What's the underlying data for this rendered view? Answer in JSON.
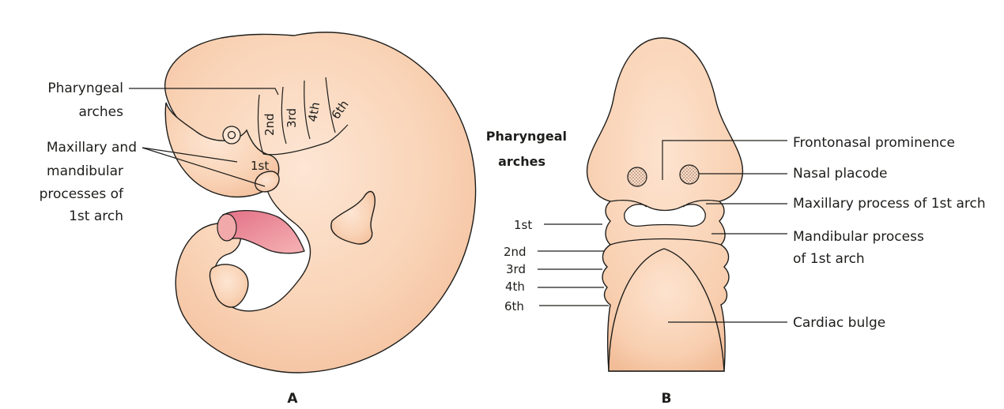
{
  "panel_a": {
    "caption": "A",
    "labels": {
      "pharyngeal_arches_line1": "Pharyngeal",
      "pharyngeal_arches_line2": "arches",
      "maxillary_line1": "Maxillary and",
      "maxillary_line2": "mandibular",
      "maxillary_line3": "processes of",
      "maxillary_line4": "1st arch"
    },
    "arch_labels": [
      "1st",
      "2nd",
      "3rd",
      "4th",
      "6th"
    ]
  },
  "panel_b": {
    "caption": "B",
    "side_title_line1": "Pharyngeal",
    "side_title_line2": "arches",
    "arch_labels": [
      "1st",
      "2nd",
      "3rd",
      "4th",
      "6th"
    ],
    "labels": {
      "frontonasal": "Frontonasal prominence",
      "nasal_placode": "Nasal placode",
      "maxillary_process": "Maxillary process of 1st arch",
      "mandibular_line1": "Mandibular process",
      "mandibular_line2": "of 1st arch",
      "cardiac_bulge": "Cardiac bulge"
    }
  },
  "colors": {
    "skin_light": "#fbdcc4",
    "skin_mid": "#f6c6a4",
    "heart_pink": "#e98a98",
    "outline": "#1d1d1b"
  }
}
